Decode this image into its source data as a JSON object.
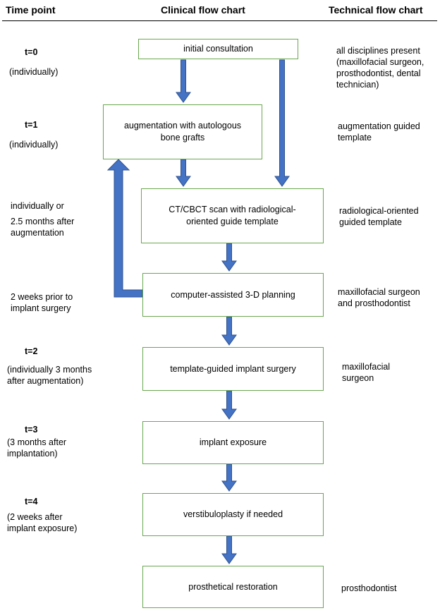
{
  "header": {
    "time_point": "Time  point",
    "clinical": "Clinical flow chart",
    "technical": "Technical flow chart"
  },
  "time_points": [
    {
      "label": "t=0",
      "note": [
        "(individually)"
      ]
    },
    {
      "label": "t=1",
      "note": [
        "(individually)"
      ]
    },
    {
      "label": "",
      "note": [
        "individually or",
        "2.5 months after",
        "augmentation"
      ]
    },
    {
      "label": "",
      "note": [
        "2 weeks prior to",
        "implant surgery"
      ]
    },
    {
      "label": "t=2",
      "note": [
        "(individually 3 months",
        "after augmentation)"
      ]
    },
    {
      "label": "t=3",
      "note": [
        "(3 months after",
        "implantation)"
      ]
    },
    {
      "label": "t=4",
      "note": [
        "(2 weeks after",
        "implant exposure)"
      ]
    }
  ],
  "steps": [
    {
      "lines": [
        "initial consultation"
      ]
    },
    {
      "lines": [
        "augmentation with autologous",
        "bone grafts"
      ]
    },
    {
      "lines": [
        "CT/CBCT scan with radiological-",
        "oriented guide template"
      ]
    },
    {
      "lines": [
        "computer-assisted 3-D planning"
      ]
    },
    {
      "lines": [
        "template-guided implant surgery"
      ]
    },
    {
      "lines": [
        "implant exposure"
      ]
    },
    {
      "lines": [
        "verstibuloplasty if needed"
      ]
    },
    {
      "lines": [
        "prosthetical restoration"
      ]
    }
  ],
  "technical": [
    {
      "lines": [
        "all disciplines present",
        "(maxillofacial surgeon,",
        "prosthodontist, dental",
        "technician)"
      ]
    },
    {
      "lines": [
        "augmentation guided",
        "template"
      ]
    },
    {
      "lines": [
        "radiological-oriented",
        "guided template"
      ]
    },
    {
      "lines": [
        "maxillofacial surgeon",
        "and prosthodontist"
      ]
    },
    {
      "lines": [
        "maxillofacial",
        "surgeon"
      ]
    },
    {
      "lines": [
        "prosthodontist"
      ]
    }
  ],
  "colors": {
    "box_border": "#6aa84f",
    "arrow_fill": "#4472c4",
    "arrow_stroke": "#2f528f"
  }
}
